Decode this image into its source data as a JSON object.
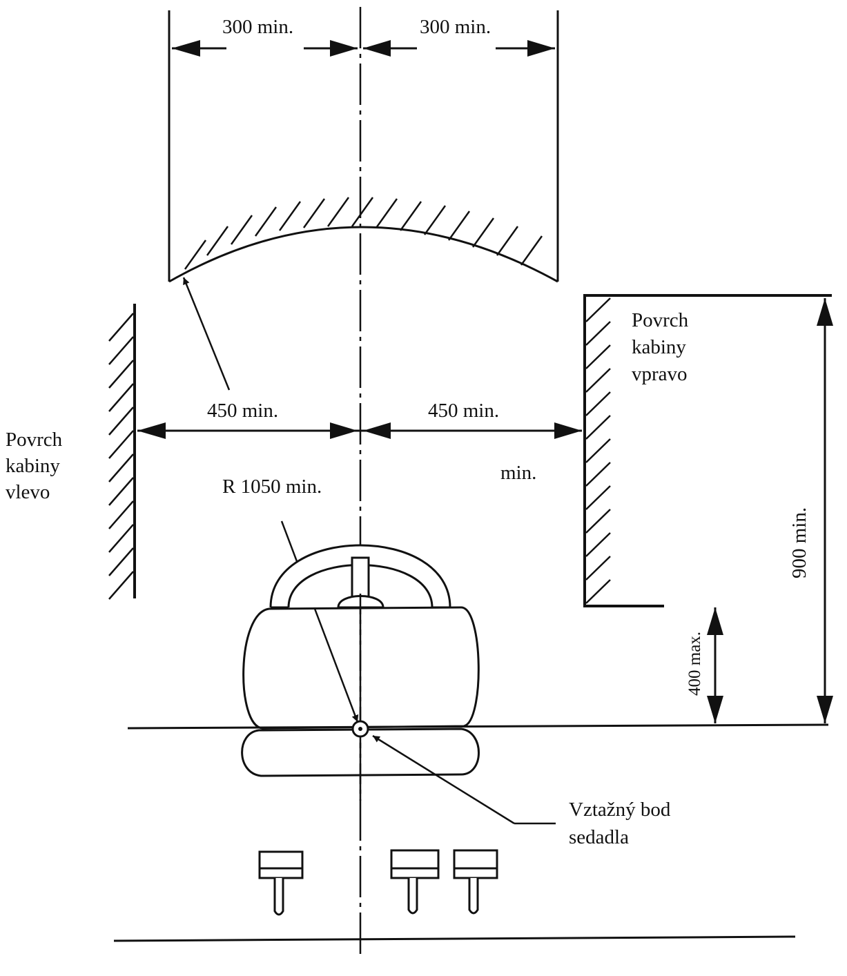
{
  "labels": {
    "top_dim_left": "300 min.",
    "top_dim_right": "300 min.",
    "mid_dim_left": "450 min.",
    "mid_dim_right": "450 min.",
    "min_label": "min.",
    "radius": "R 1050 min.",
    "height_900": "900 min.",
    "height_400": "400 max.",
    "left_wall": [
      "Povrch",
      "kabiny",
      "vlevo"
    ],
    "right_wall": [
      "Povrch",
      "kabiny",
      "vpravo"
    ],
    "seat_ref": [
      "Vztažný bod",
      "sedadla"
    ]
  }
}
